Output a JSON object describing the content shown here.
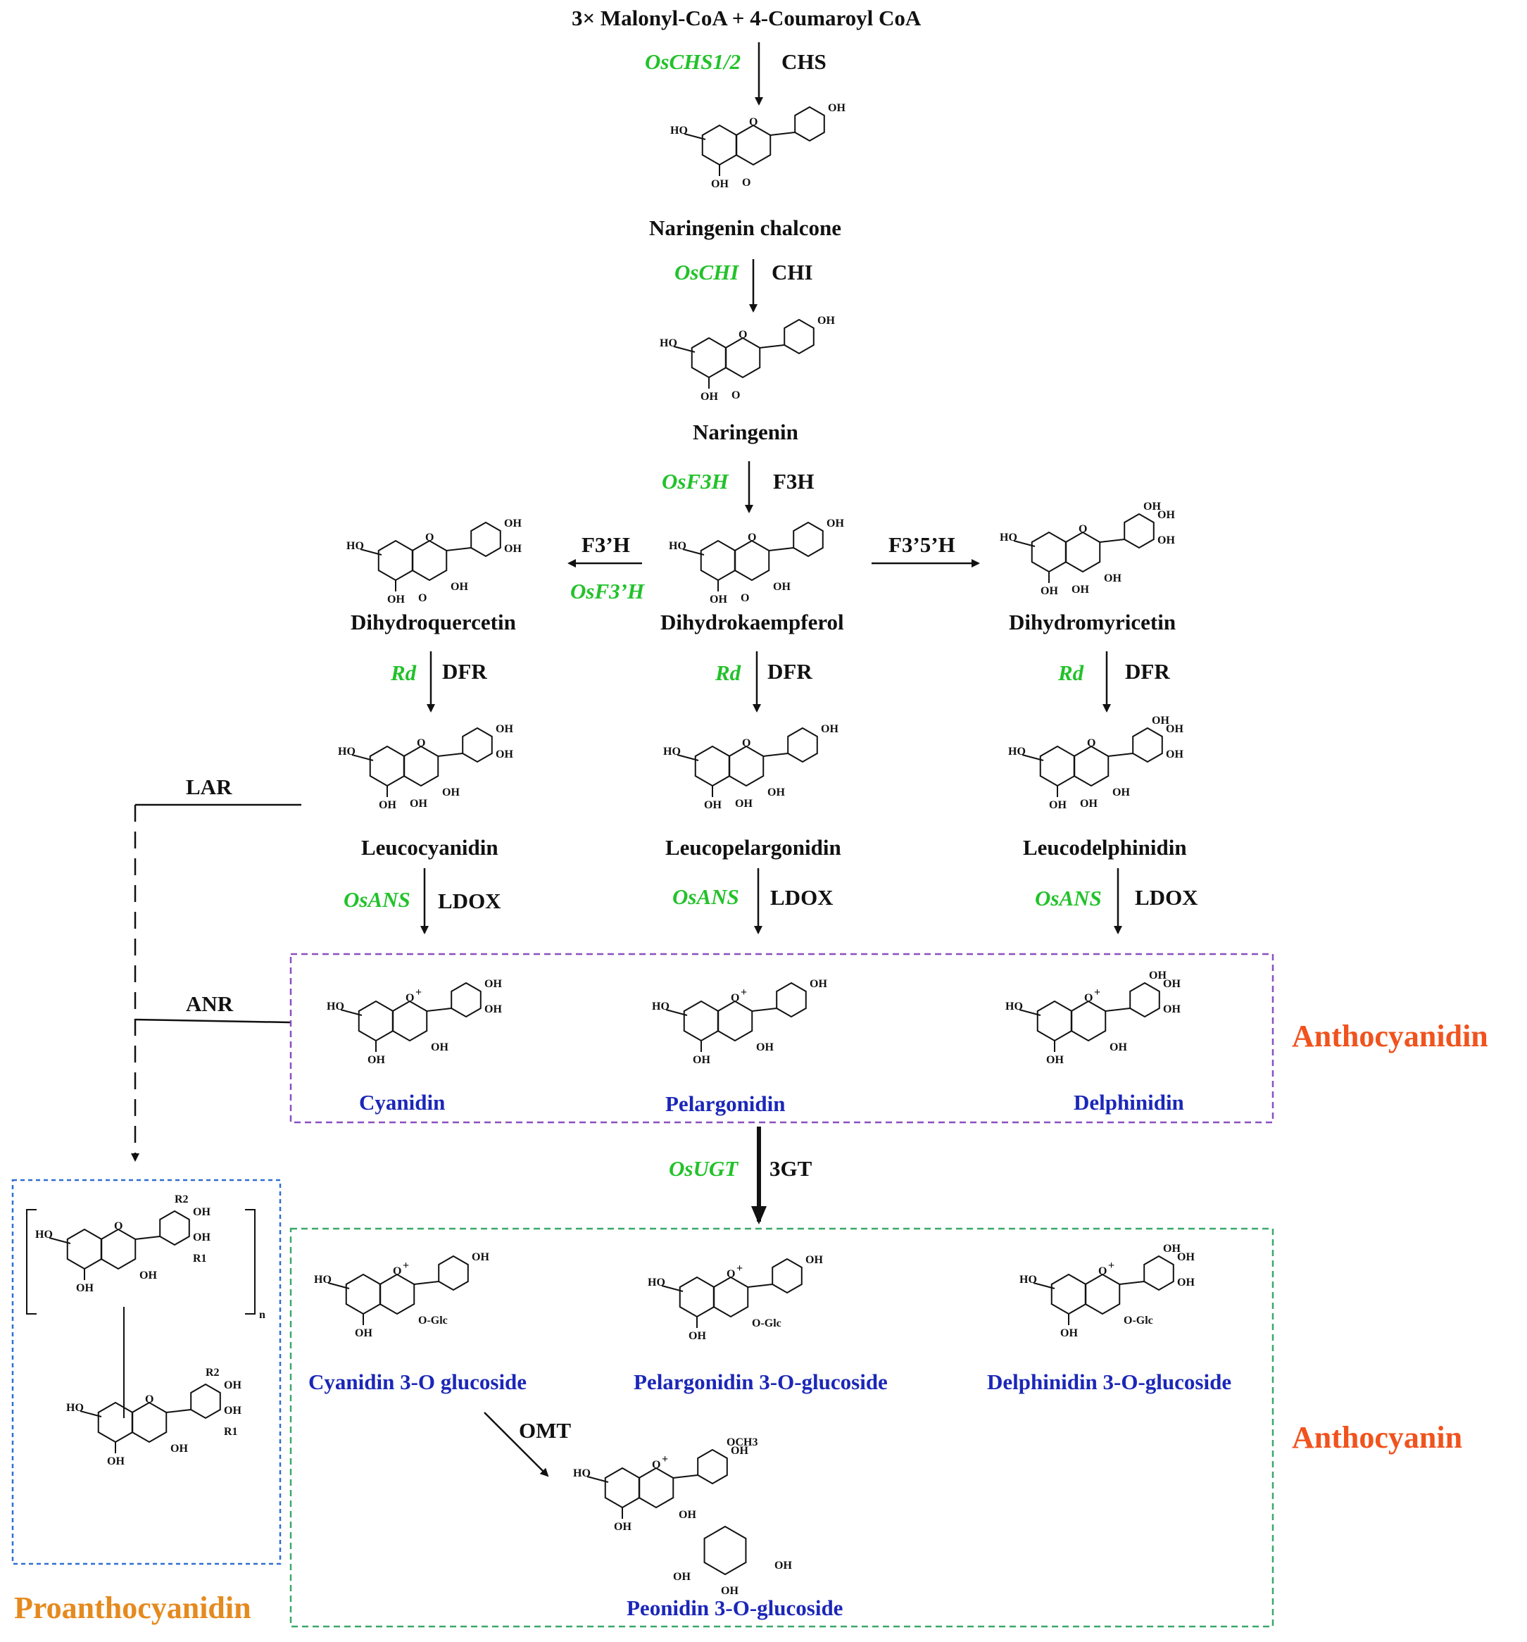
{
  "start": "3× Malonyl-CoA + 4-Coumaroyl CoA",
  "steps": {
    "chs": {
      "gene": "OsCHS1/2",
      "enzyme": "CHS"
    },
    "chi": {
      "gene": "OsCHI",
      "enzyme": "CHI"
    },
    "f3h": {
      "gene": "OsF3H",
      "enzyme": "F3H"
    },
    "f3ph": {
      "enzyme": "F3’H",
      "gene": "OsF3’H"
    },
    "f35h": {
      "enzyme": "F3’5’H"
    },
    "dfr_left": {
      "gene": "Rd",
      "enzyme": "DFR"
    },
    "dfr_mid": {
      "gene": "Rd",
      "enzyme": "DFR"
    },
    "dfr_right": {
      "gene": "Rd",
      "enzyme": "DFR"
    },
    "ldox_left": {
      "gene": "OsANS",
      "enzyme": "LDOX"
    },
    "ldox_mid": {
      "gene": "OsANS",
      "enzyme": "LDOX"
    },
    "ldox_right": {
      "gene": "OsANS",
      "enzyme": "LDOX"
    },
    "lar": {
      "enzyme": "LAR"
    },
    "anr": {
      "enzyme": "ANR"
    },
    "gt": {
      "gene": "OsUGT",
      "enzyme": "3GT"
    },
    "omt": {
      "enzyme": "OMT"
    }
  },
  "compounds": {
    "naringenin_chalcone": "Naringenin chalcone",
    "naringenin": "Naringenin",
    "dihydroquercetin": "Dihydroquercetin",
    "dihydrokaempferol": "Dihydrokaempferol",
    "dihydromyricetin": "Dihydromyricetin",
    "leucocyanidin": "Leucocyanidin",
    "leucopelargonidin": "Leucopelargonidin",
    "leucodelphinidin": "Leucodelphinidin",
    "cyanidin": "Cyanidin",
    "pelargonidin": "Pelargonidin",
    "delphinidin": "Delphinidin",
    "cyanidin_3g": "Cyanidin 3-O glucoside",
    "pelargonidin_3g": "Pelargonidin 3-O-glucoside",
    "delphinidin_3g": "Delphinidin 3-O-glucoside",
    "peonidin_3g": "Peonidin 3-O-glucoside"
  },
  "classes": {
    "anthocyanidin": "Anthocyanidin",
    "anthocyanin": "Anthocyanin",
    "proanthocyanidin": "Proanthocyanidin"
  },
  "atom_labels": {
    "oh": "OH",
    "ho": "HO",
    "o": "O",
    "o_plus": "O",
    "plus": "+",
    "oglc": "O-Glc",
    "och3": "OCH3",
    "r1": "R1",
    "r2": "R2",
    "n": "n"
  },
  "colors": {
    "gene_green": "#22c22a",
    "compound_blue": "#1b27b8",
    "class_orange": "#f0531e",
    "proantho_orange": "#e58a1f",
    "box_purple": "#8a4fc0",
    "box_green": "#3aa86a",
    "box_blue": "#2f6fd0"
  }
}
